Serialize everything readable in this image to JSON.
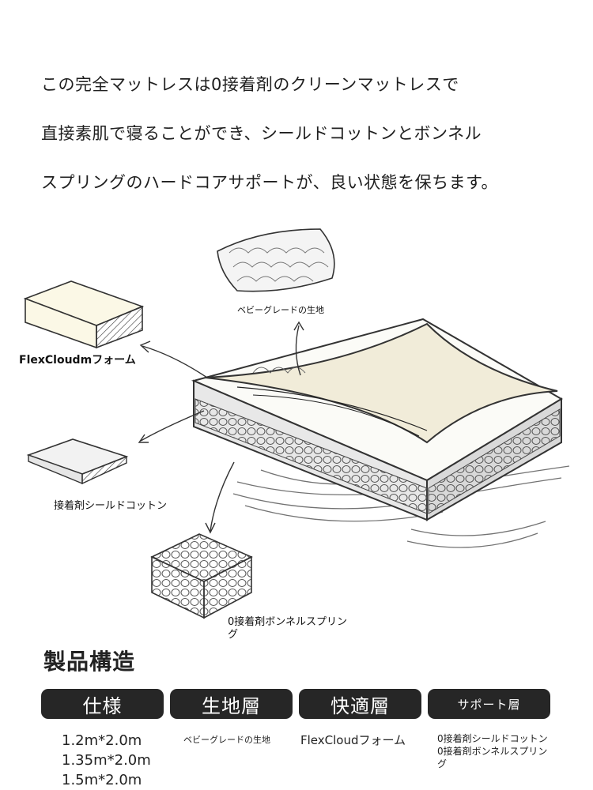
{
  "intro": {
    "lines": [
      "この完全マットレスは0接着剤のクリーンマットレスで",
      "直接素肌で寝ることができ、シールドコットンとボンネル",
      "スプリングのハードコアサポートが、良い状態を保ちます。"
    ]
  },
  "diagram": {
    "labels": {
      "baby_fabric": "ベビーグレードの生地",
      "flexcloud_foam": "FlexCloudmフォーム",
      "shield_cotton": "接着剤シールドコットン",
      "bonnell_spring": "0接着剤ボンネルスプリング"
    }
  },
  "structure": {
    "title": "製品構造",
    "headers": [
      "仕様",
      "生地層",
      "快適層",
      "サポート層"
    ],
    "spec_values": [
      "1.2m*2.0m",
      "1.35m*2.0m",
      "1.5m*2.0m"
    ],
    "fabric_value": "ベビーグレードの生地",
    "comfort_value": "FlexCloudフォーム",
    "support_value": "0接着剤シールドコットン 0接着剤ボンネルスプリング"
  }
}
